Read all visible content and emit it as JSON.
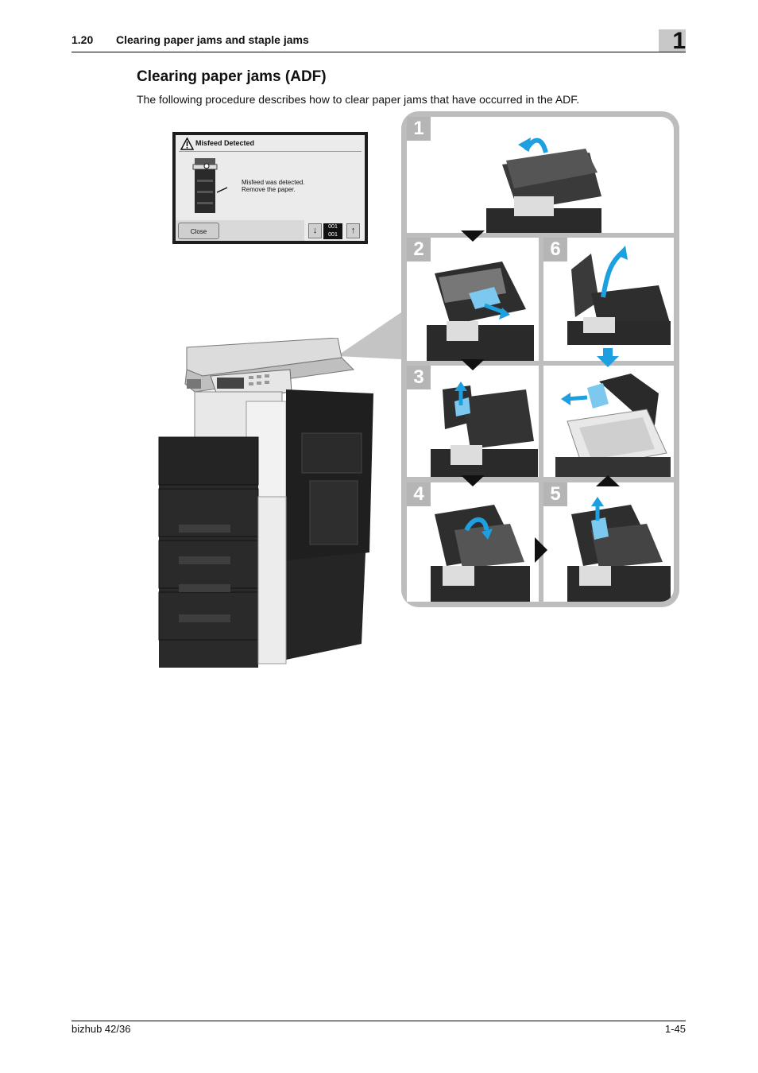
{
  "header": {
    "section_number": "1.20",
    "section_title": "Clearing paper jams and staple jams",
    "chapter": "1"
  },
  "heading": "Clearing paper jams (ADF)",
  "intro": "The following procedure describes how to clear paper jams that have occurred in the ADF.",
  "screen": {
    "title": "Misfeed Detected",
    "message_line1": "Misfeed was detected.",
    "message_line2": "Remove the paper.",
    "close_label": "Close",
    "counter_top": "001",
    "counter_bottom": "001"
  },
  "steps": [
    "1",
    "2",
    "3",
    "4",
    "5",
    "6"
  ],
  "colors": {
    "arrow_blue": "#1ea0e0",
    "panel_gray": "#bdbdbd",
    "number_gray": "#b5b5b5"
  },
  "footer": {
    "product": "bizhub 42/36",
    "page": "1-45"
  }
}
